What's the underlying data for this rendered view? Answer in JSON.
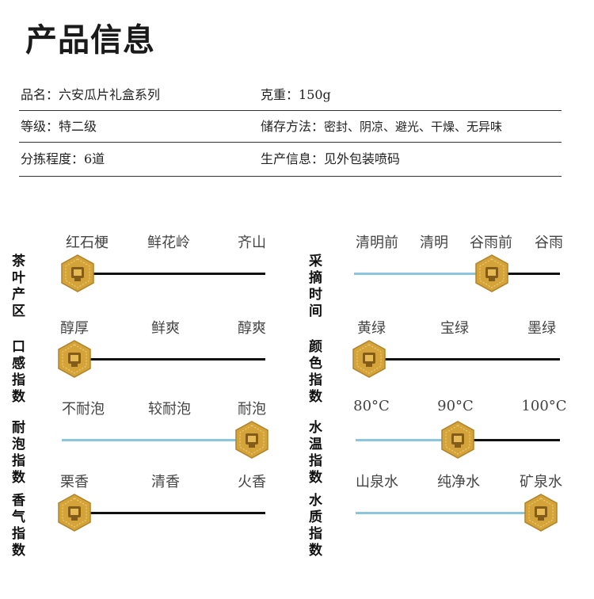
{
  "page": {
    "title": "产品信息"
  },
  "info": {
    "row1": {
      "left": "品名：六安瓜片礼盒系列",
      "right_label": "克重：",
      "right_value": "150g"
    },
    "row2": {
      "left": "等级：特二级",
      "right_label": "储存方法：",
      "right_value": "密封、阴凉、避光、干燥、无异味"
    },
    "row3": {
      "left": "分拣程度：6道",
      "right_label": "生产信息：",
      "right_value": "见外包装喷码"
    }
  },
  "indices": {
    "origin": {
      "label_line1": "茶叶",
      "label_line2": "产区",
      "ticks": [
        "红石梗",
        "鲜花岭",
        "齐山"
      ],
      "level": 0.0
    },
    "picking": {
      "label_line1": "采摘",
      "label_line2": "时间",
      "ticks": [
        "清明前",
        "清明",
        "谷雨前",
        "谷雨"
      ],
      "level": 0.67
    },
    "taste": {
      "label_line1": "口感",
      "label_line2": "指数",
      "ticks": [
        "醇厚",
        "鲜爽",
        "醇爽"
      ],
      "level": 0.0
    },
    "color": {
      "label_line1": "颜色",
      "label_line2": "指数",
      "ticks": [
        "黄绿",
        "宝绿",
        "墨绿"
      ],
      "level": 0.0
    },
    "brewing": {
      "label_line1": "耐泡",
      "label_line2": "指数",
      "ticks": [
        "不耐泡",
        "较耐泡",
        "耐泡"
      ],
      "level": 1.0
    },
    "temp": {
      "label_line1": "水温",
      "label_line2": "指数",
      "ticks": [
        "80°C",
        "90°C",
        "100°C"
      ],
      "level": 0.5
    },
    "aroma": {
      "label_line1": "香气",
      "label_line2": "指数",
      "ticks": [
        "栗香",
        "清香",
        "火香"
      ],
      "level": 0.0
    },
    "water": {
      "label_line1": "水质",
      "label_line2": "指数",
      "ticks": [
        "山泉水",
        "纯净水",
        "矿泉水"
      ],
      "level": 1.0
    }
  },
  "colors": {
    "fill": "#8cc5de",
    "bar": "#111111",
    "badge": "#d4a43a"
  }
}
